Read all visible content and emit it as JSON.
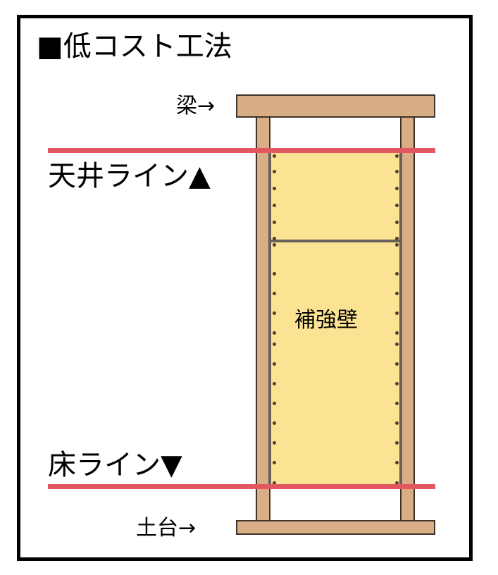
{
  "diagram": {
    "title": "■低コスト工法",
    "labels": {
      "beam": "梁→",
      "ceiling_line": "天井ライン▲",
      "floor_line": "床ライン▼",
      "sill": "土台→",
      "panel": "補強壁"
    },
    "colors": {
      "wood": "#d9ad86",
      "wood_outline": "#3d3228",
      "panel": "#fce393",
      "panel_edge": "#666159",
      "red_line": "#e35761",
      "nail": "#4a4238",
      "frame": "#000000"
    },
    "nails": {
      "top_section_y": [
        221,
        243,
        267,
        291,
        315,
        339,
        347
      ],
      "bottom_section_y": [
        389,
        417,
        445,
        473,
        501,
        529,
        557,
        585,
        613,
        641,
        669,
        686
      ]
    }
  }
}
